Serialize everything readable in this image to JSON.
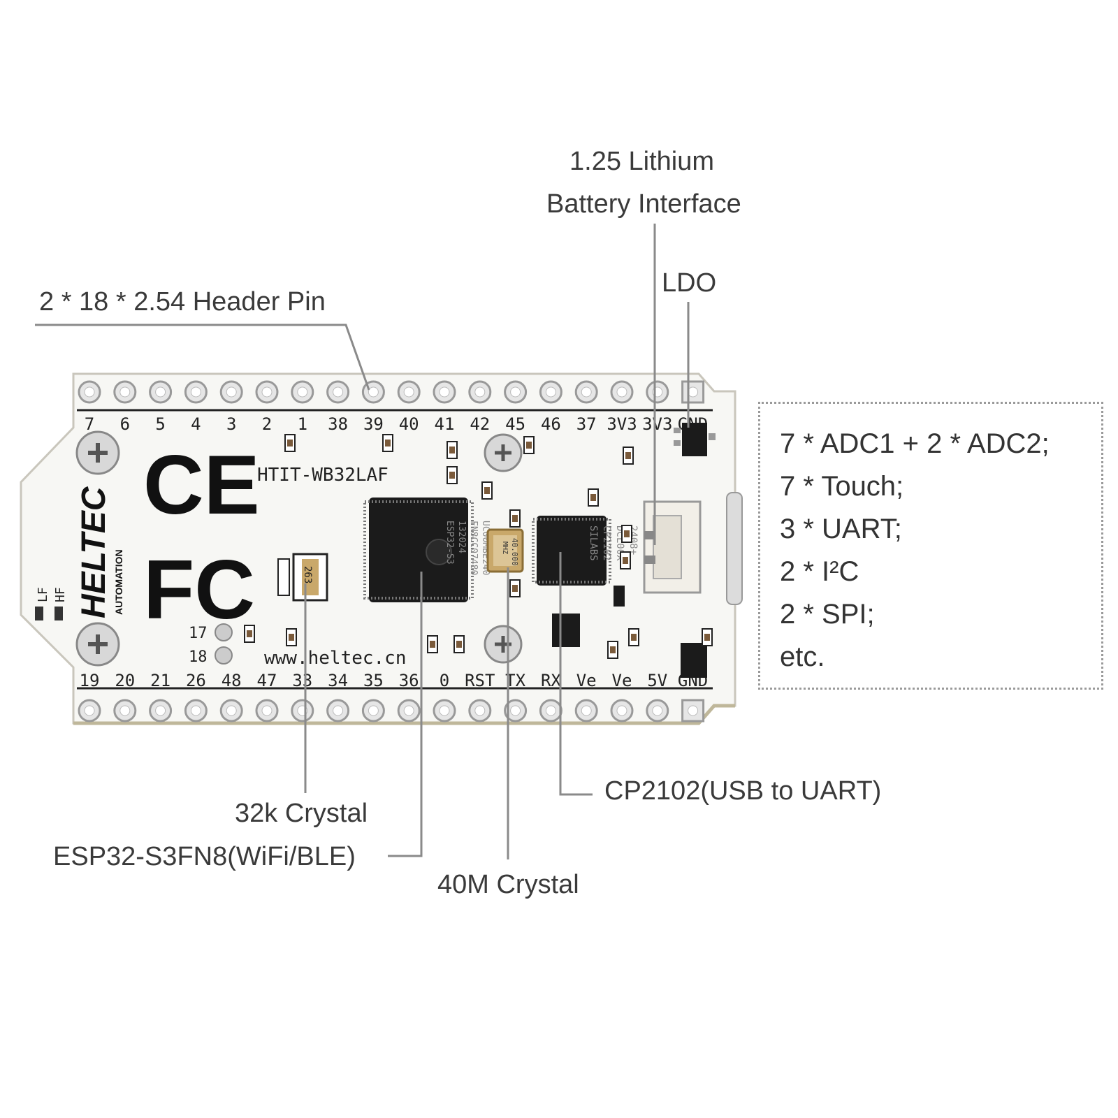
{
  "callouts": {
    "battery_line1": "1.25 Lithium",
    "battery_line2": "Battery Interface",
    "ldo": "LDO",
    "header_pin": "2 * 18 * 2.54 Header Pin",
    "crystal_32k": "32k Crystal",
    "esp32": "ESP32-S3FN8(WiFi/BLE)",
    "crystal_40m": "40M Crystal",
    "cp2102": "CP2102(USB to UART)"
  },
  "specs": [
    "7 * ADC1 + 2 * ADC2;",
    "7 * Touch;",
    "3 * UART;",
    "2 * I²C",
    "2 * SPI;",
    "etc."
  ],
  "board": {
    "top_pins": [
      "7",
      "6",
      "5",
      "4",
      "3",
      "2",
      "1",
      "38",
      "39",
      "40",
      "41",
      "42",
      "45",
      "46",
      "37",
      "3V3",
      "3V3",
      "GND"
    ],
    "bottom_pins": [
      "19",
      "20",
      "21",
      "26",
      "48",
      "47",
      "33",
      "34",
      "35",
      "36",
      "0",
      "RST",
      "TX",
      "RX",
      "Ve",
      "Ve",
      "5V",
      "GND"
    ],
    "model": "HTIT-WB32LAF",
    "website": "www.heltec.cn",
    "brand": "HELTEC",
    "brand_sub": "AUTOMATION",
    "ce_mark": "CE",
    "fc_mark": "FC",
    "lf_label": "LF",
    "hf_label": "HF",
    "pad_17": "17",
    "pad_18": "18",
    "esp_chip_text": [
      "ESP32-S3",
      "132024",
      "FN8CC07480",
      "UC00MBE240"
    ],
    "cp_chip_text": [
      "SILABS",
      "CP2102",
      "DCL00X",
      "2408+"
    ],
    "xtal_40m_text": [
      "40.000",
      "MHZ"
    ],
    "xtal_32k_text": "263"
  }
}
